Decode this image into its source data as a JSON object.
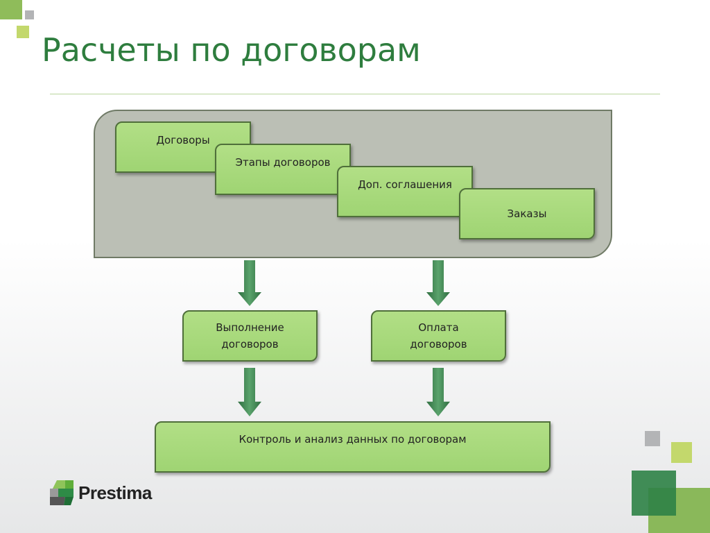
{
  "title": "Расчеты по договорам",
  "boxes": {
    "contracts": "Договоры",
    "stages": "Этапы договоров",
    "addenda": "Доп. соглашения",
    "orders": "Заказы",
    "execution": "Выполнение договоров",
    "payment": "Оплата договоров",
    "control": "Контроль и анализ данных по договорам"
  },
  "logo": "Prestima",
  "colors": {
    "title": "#2e7d3e",
    "box": "#a6d97a",
    "arrow": "#3a7d4c"
  }
}
